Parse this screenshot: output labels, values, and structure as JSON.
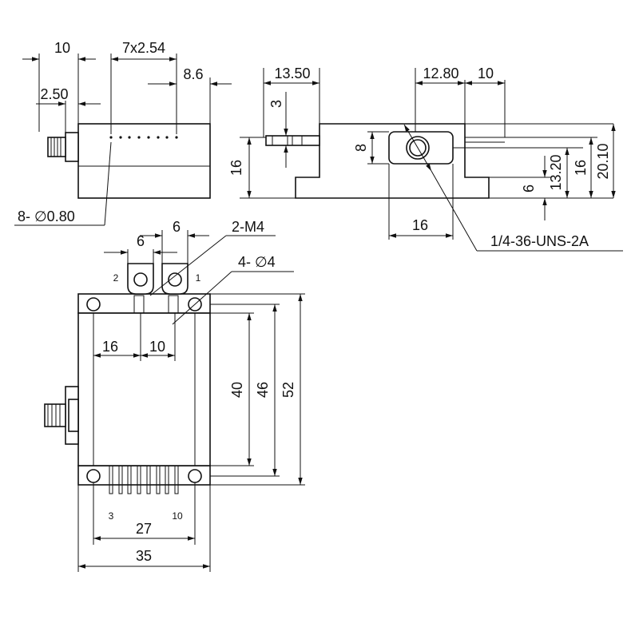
{
  "top_view": {
    "dim_10": "10",
    "dim_pitch": "7x2.54",
    "dim_8_6": "8.6",
    "dim_2_50": "2.50",
    "pin_hole_callout": "8- ∅0.80"
  },
  "side_view": {
    "dim_13_50": "13.50",
    "dim_3": "3",
    "dim_16_height": "16",
    "dim_12_80": "12.80",
    "dim_10": "10",
    "dim_8": "8",
    "dim_16_width": "16",
    "dim_6": "6",
    "dim_13_20": "13.20",
    "dim_16_right": "16",
    "dim_20_10": "20.10",
    "thread_callout": "1/4-36-UNS-2A"
  },
  "front_view": {
    "dim_6_left": "6",
    "dim_6_right": "6",
    "tab_holes_callout": "2-M4",
    "mount_holes_callout": "4- ∅4",
    "pin_label_2": "2",
    "pin_label_1": "1",
    "pin_label_3": "3",
    "pin_label_10": "10",
    "dim_16": "16",
    "dim_10": "10",
    "dim_40": "40",
    "dim_46": "46",
    "dim_52": "52",
    "dim_27": "27",
    "dim_35": "35"
  }
}
